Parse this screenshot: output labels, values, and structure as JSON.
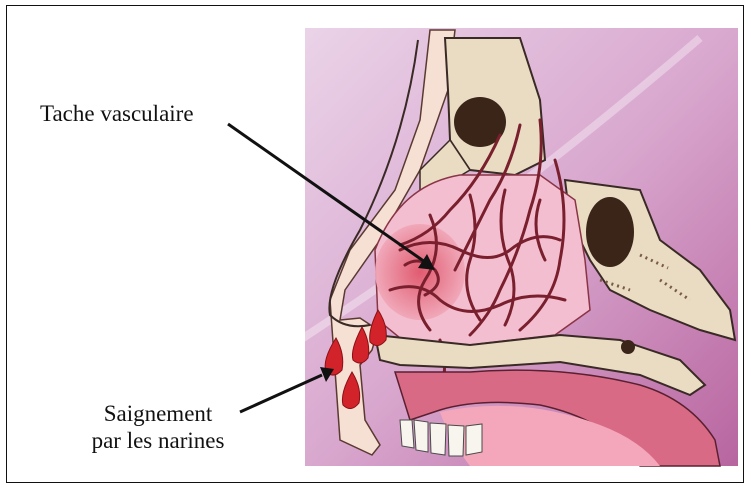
{
  "labels": {
    "vascular_spot": "Tache vasculaire",
    "bleeding_line1": "Saignement",
    "bleeding_line2": "par les narines"
  },
  "colors": {
    "background_pink": "#d9a8cf",
    "bone": "#e9dcc3",
    "bone_dark": "#7a5a45",
    "vessel": "#7a1f2d",
    "blood": "#d2232a",
    "tissue_pink": "#f3bfd0"
  }
}
